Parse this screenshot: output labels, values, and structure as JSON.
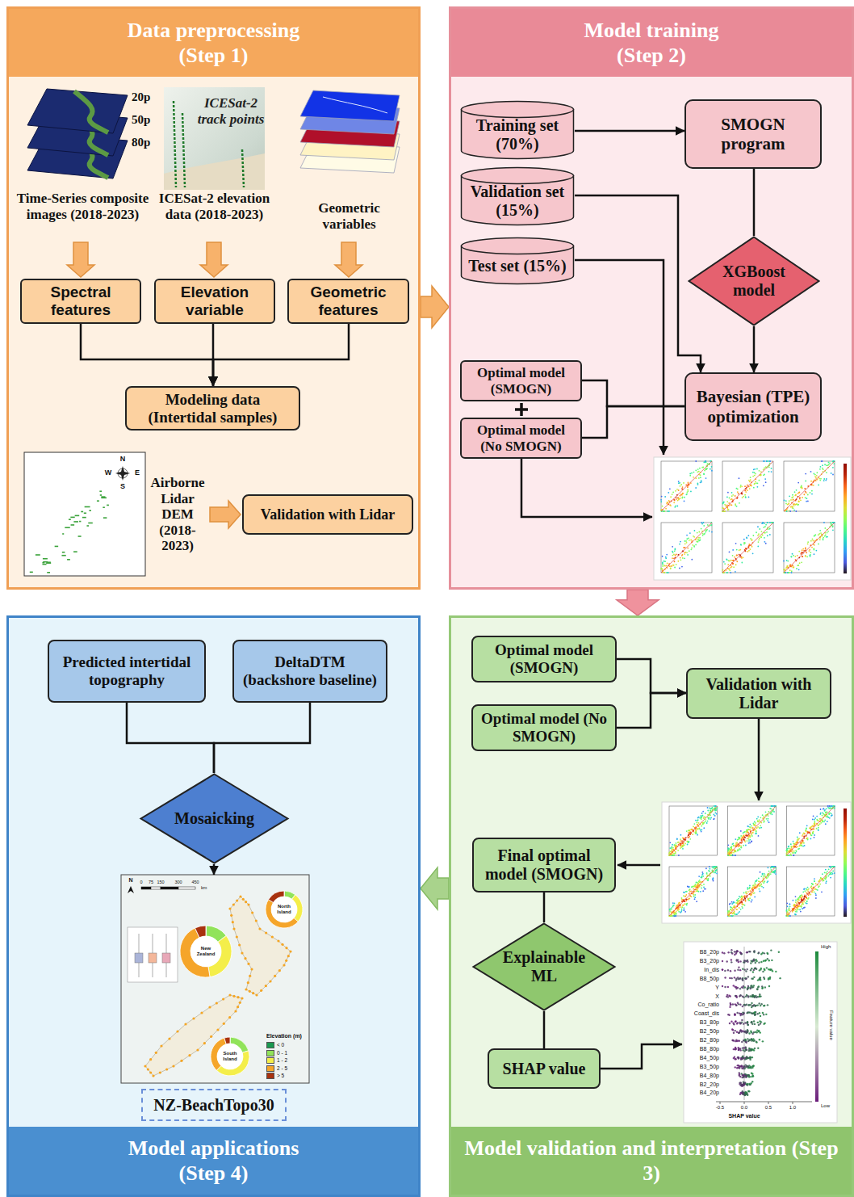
{
  "diagram": {
    "nodes": [
      {
        "text": [
          "Data preprocessing (Step 1)"
        ]
      },
      {
        "text": [
          "Spectral features"
        ],
        "in": 0
      },
      {
        "text": [
          "Elevation variable"
        ],
        "in": 0
      },
      {
        "text": [
          "Geometric features"
        ],
        "in": 0
      },
      {
        "text": [
          "Modeling data (Intertidal samples)"
        ],
        "in": 0
      },
      {
        "text": [
          "Validation with Lidar"
        ],
        "in": 0
      },
      {
        "text": [
          "Model training (Step 2)"
        ]
      },
      {
        "text": [
          "Training set (70%)"
        ],
        "in": 6
      },
      {
        "text": [
          "Validation set (15%)"
        ],
        "in": 6
      },
      {
        "text": [
          "Test set (15%)"
        ],
        "in": 6
      },
      {
        "text": [
          "SMOGN program"
        ],
        "in": 6
      },
      {
        "text": [
          "XGBoost model"
        ],
        "in": 6
      },
      {
        "text": [
          "Bayesian (TPE) optimization"
        ],
        "in": 6
      },
      {
        "text": [
          "Optimal model (SMOGN)"
        ],
        "in": 6
      },
      {
        "text": [
          "Optimal model (No SMOGN)"
        ],
        "in": 6
      },
      {
        "text": [
          "Model validation and interpretation (Step 3)"
        ]
      },
      {
        "text": [
          "Optimal model (SMOGN)"
        ],
        "in": 15
      },
      {
        "text": [
          "Optimal model (No SMOGN)"
        ],
        "in": 15
      },
      {
        "text": [
          "Validation with Lidar"
        ],
        "in": 15
      },
      {
        "text": [
          "Final optimal model (SMOGN)"
        ],
        "in": 15
      },
      {
        "text": [
          "Explainable ML"
        ],
        "in": 15
      },
      {
        "text": [
          "SHAP value"
        ],
        "in": 15
      },
      {
        "text": [
          "Model applications (Step 4)"
        ]
      },
      {
        "text": [
          "Predicted intertidal topography"
        ],
        "in": 22
      },
      {
        "text": [
          "DeltaDTM (backshore baseline)"
        ],
        "in": 22
      },
      {
        "text": [
          "Mosaicking"
        ],
        "in": 22
      },
      {
        "text": [
          "NZ-BeachTopo30"
        ],
        "in": 22
      }
    ],
    "edges": [
      {
        "from": 1,
        "to": 4,
        "arrow": "to"
      },
      {
        "from": 2,
        "to": 4,
        "arrow": "to"
      },
      {
        "from": 3,
        "to": 4,
        "arrow": "to"
      },
      {
        "from": 0,
        "to": 6,
        "arrow": "to"
      },
      {
        "from": 7,
        "to": 10,
        "arrow": "to"
      },
      {
        "from": 10,
        "to": 11,
        "arrow": "none"
      },
      {
        "from": 11,
        "to": 12,
        "arrow": "to"
      },
      {
        "from": 8,
        "to": 12,
        "arrow": "to"
      },
      {
        "from": 12,
        "to": 13,
        "arrow": "none"
      },
      {
        "from": 12,
        "to": 14,
        "arrow": "none"
      },
      {
        "from": 6,
        "to": 15,
        "arrow": "to"
      },
      {
        "from": 16,
        "to": 18,
        "arrow": "to"
      },
      {
        "from": 17,
        "to": 18,
        "arrow": "to"
      },
      {
        "from": 19,
        "to": 20,
        "arrow": "none"
      },
      {
        "from": 20,
        "to": 21,
        "arrow": "none"
      },
      {
        "from": 15,
        "to": 22,
        "arrow": "to"
      },
      {
        "from": 23,
        "to": 25,
        "arrow": "none"
      },
      {
        "from": 24,
        "to": 25,
        "arrow": "none"
      }
    ],
    "labels": [
      "20p",
      "50p",
      "80p",
      "ICESat-2 track points",
      "Time-Series composite images (2018-2023)",
      "ICESat-2 elevation data (2018-2023)",
      "Geometric variables",
      "N",
      "W",
      "E",
      "S",
      "Airborne Lidar DEM (2018-2023)",
      "B8_20p",
      "B3_20p",
      "In_dis",
      "B8_50p",
      "Y",
      "X",
      "Co_ratio",
      "Coast_dis",
      "B3_80p",
      "B2_50p",
      "B2_80p",
      "B8_80p",
      "B4_50p",
      "B3_50p",
      "B4_80p",
      "B2_20p",
      "B4_20p",
      "SHAP value",
      "-0.5",
      "0.0",
      "0.5",
      "1.0",
      "High",
      "Low",
      "Feature value",
      "N",
      "0",
      "75",
      "150",
      "300",
      "450",
      "km",
      "New Zealand",
      "North Island",
      "South Island",
      "Elevation (m)"
    ],
    "legend": [
      {
        "text": "< 0",
        "color": "#1a9850"
      },
      {
        "text": "0 - 1",
        "color": "#91e35a"
      },
      {
        "text": "1 - 2",
        "color": "#f4ee4a"
      },
      {
        "text": "2 - 5",
        "color": "#f5a52a"
      },
      {
        "text": "> 5",
        "color": "#a8320f"
      }
    ]
  }
}
